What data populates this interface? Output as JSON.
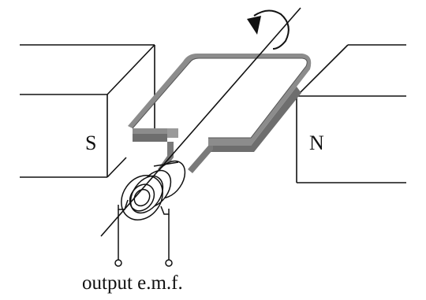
{
  "diagram": {
    "magnet_south_label": "S",
    "magnet_north_label": "N",
    "output_label": "output e.m.f."
  },
  "colors": {
    "line": "#111111",
    "coil": "#8c8c8c",
    "coil_dark": "#6e6e6e",
    "background": "#ffffff"
  }
}
